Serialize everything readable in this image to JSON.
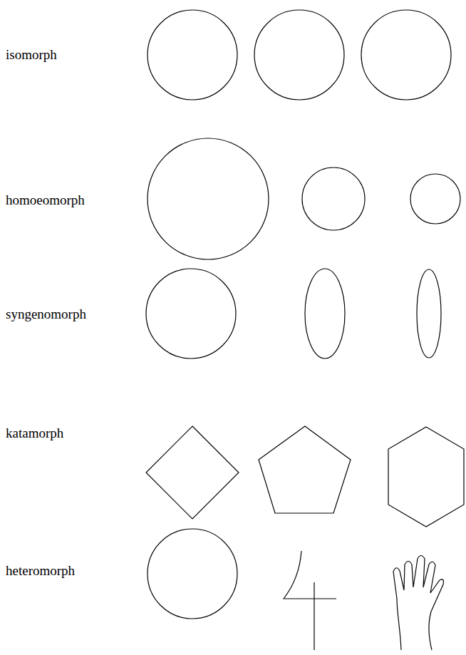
{
  "diagram": {
    "labels": [
      "isomorph",
      "homoeomorph",
      "syngenomorph",
      "katamorph",
      "heteromorph"
    ]
  }
}
